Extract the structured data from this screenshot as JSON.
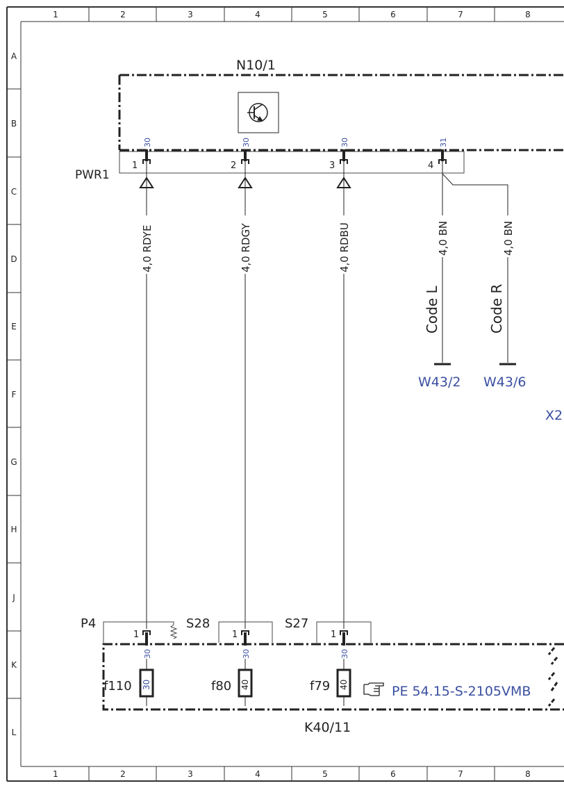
{
  "frame": {
    "columns": [
      "1",
      "2",
      "3",
      "4",
      "5",
      "6",
      "7",
      "8"
    ],
    "rows": [
      "A",
      "B",
      "C",
      "D",
      "E",
      "F",
      "G",
      "H",
      "J",
      "K",
      "L"
    ]
  },
  "components": {
    "top_module": "N10/1",
    "top_connector": "PWR1",
    "fuse_box": "K40/11",
    "ref_note": "PE 54.15-S-2105VMB",
    "ref_icon": "pointing-hand-icon",
    "partial_label": "X2"
  },
  "top_pins": [
    {
      "pin": "1",
      "terminal": "30",
      "wire": "4,0 RDYE"
    },
    {
      "pin": "2",
      "terminal": "30",
      "wire": "4,0 RDGY"
    },
    {
      "pin": "3",
      "terminal": "30",
      "wire": "4,0 RDBU"
    },
    {
      "pin": "4",
      "terminal": "31",
      "wire": "4,0 BN"
    }
  ],
  "ground_branches": [
    {
      "code": "Code L",
      "wire": "4,0 BN",
      "ground": "W43/2"
    },
    {
      "code": "Code R",
      "wire": "4,0 BN",
      "ground": "W43/6"
    }
  ],
  "bottom_connectors": [
    {
      "name": "P4",
      "pin": "1",
      "terminal": "30"
    },
    {
      "name": "S28",
      "pin": "1",
      "terminal": "30"
    },
    {
      "name": "S27",
      "pin": "1",
      "terminal": "30"
    }
  ],
  "fuses": [
    {
      "name": "f110",
      "rating": "30"
    },
    {
      "name": "f80",
      "rating": "40"
    },
    {
      "name": "f79",
      "rating": "40"
    }
  ]
}
